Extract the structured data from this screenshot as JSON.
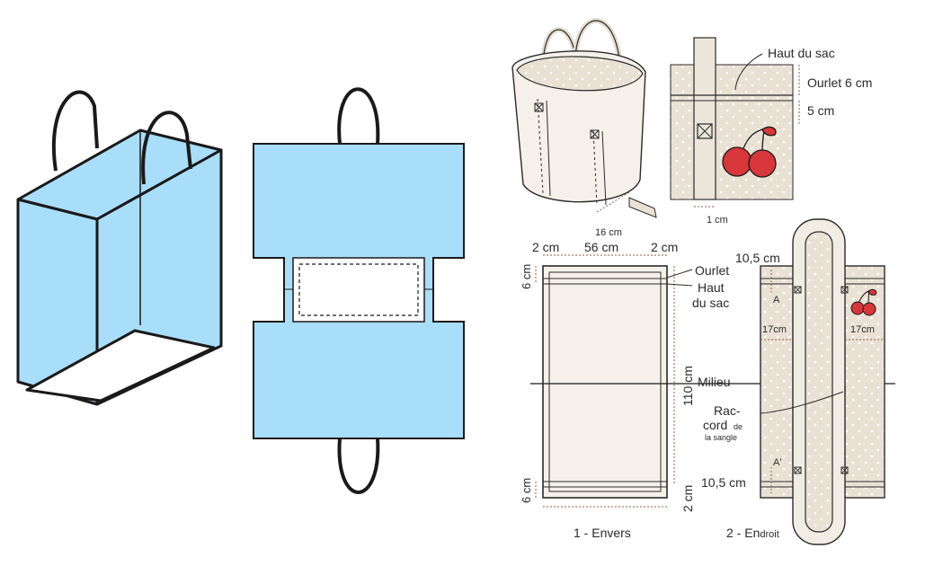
{
  "colors": {
    "paper_blue": "#a9defa",
    "fabric": "#e9e1d4",
    "fabric_light": "#f2ede4",
    "outline": "#1a1a1a",
    "cherry": "#d7363a",
    "dim_arrow": "#9a5a42"
  },
  "icons": [
    "cherry-icon"
  ],
  "labels": {
    "top_of_bag": "Haut du sac",
    "hem_6": "Ourlet 6 cm",
    "five_cm": "5 cm",
    "sixteen_cm": "16 cm",
    "one_cm": "1 cm",
    "two_cm_left": "2 cm",
    "fifty_six_cm": "56 cm",
    "two_cm_right": "2 cm",
    "six_cm_top": "6 cm",
    "six_cm_bottom": "6 cm",
    "hundred_ten_cm": "110 cm",
    "two_cm_bottom": "2 cm",
    "hem": "Ourlet",
    "top_of_bag_2_line1": "Haut",
    "top_of_bag_2_line2": "du sac",
    "middle": "Milieu",
    "ten_five_top": "10,5 cm",
    "ten_five_bottom": "10,5 cm",
    "seventeen_left": "17cm",
    "seventeen_right": "17cm",
    "a_top": "A",
    "a_bottom": "A'",
    "strap_join_1": "Rac-",
    "strap_join_2": "cord",
    "strap_join_3": "de",
    "strap_join_4": "la sangle",
    "fig1": "1 - Envers",
    "fig2_num": "2 - En",
    "fig2_rest": "droit"
  }
}
